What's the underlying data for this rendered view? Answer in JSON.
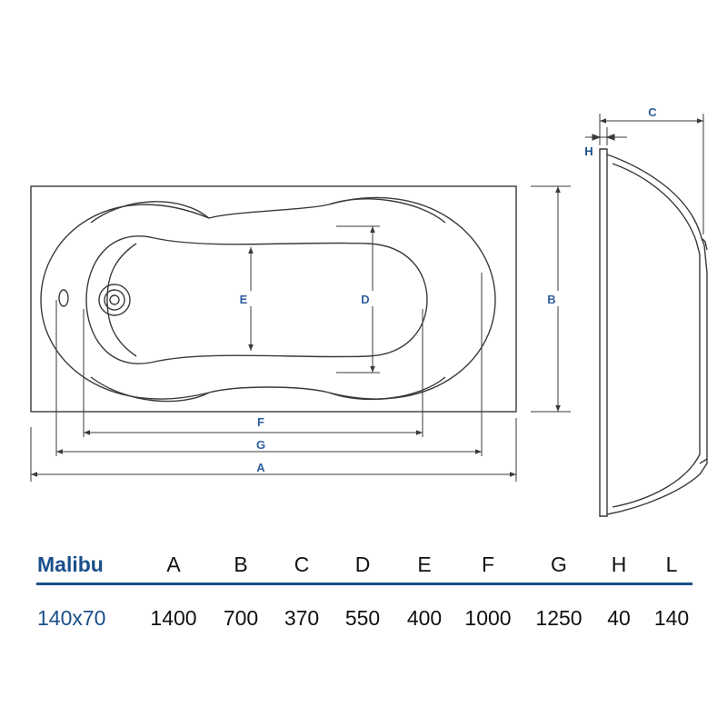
{
  "colors": {
    "line": "#3a3a3a",
    "accent": "#1a4f8a",
    "label": "#2e5f9e",
    "rule": "#1a4f8a"
  },
  "labels": {
    "A": "A",
    "B": "B",
    "C": "C",
    "D": "D",
    "E": "E",
    "F": "F",
    "G": "G",
    "H": "H"
  },
  "spec": {
    "model": "Malibu",
    "size": "140x70",
    "headers": [
      "A",
      "B",
      "C",
      "D",
      "E",
      "F",
      "G",
      "H",
      "L"
    ],
    "values": [
      "1400",
      "700",
      "370",
      "550",
      "400",
      "1000",
      "1250",
      "40",
      "140"
    ]
  }
}
